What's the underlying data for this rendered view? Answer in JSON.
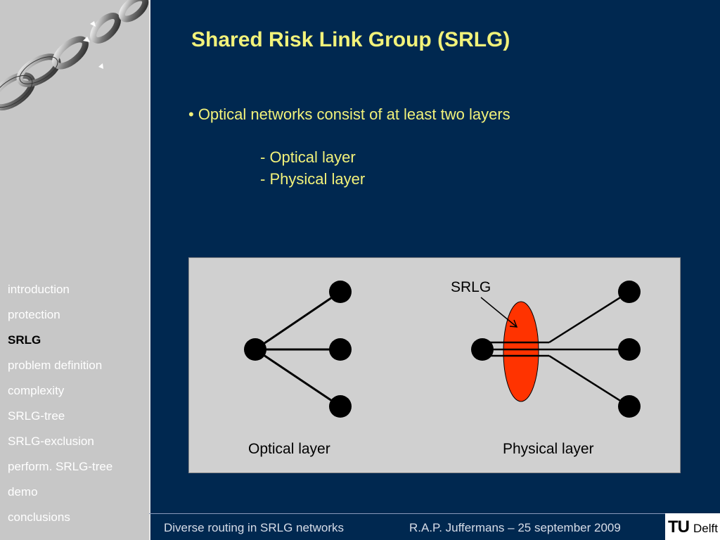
{
  "slide": {
    "title": "Shared Risk Link Group (SRLG)",
    "bullet": "• Optical networks consist of at least two layers",
    "sub_items": [
      "- Optical layer",
      "- Physical layer"
    ]
  },
  "sidebar": {
    "nav": [
      {
        "label": "introduction",
        "active": false
      },
      {
        "label": "protection",
        "active": false
      },
      {
        "label": "SRLG",
        "active": true
      },
      {
        "label": "problem definition",
        "active": false
      },
      {
        "label": "complexity",
        "active": false
      },
      {
        "label": "SRLG-tree",
        "active": false
      },
      {
        "label": "SRLG-exclusion",
        "active": false
      },
      {
        "label": "perform. SRLG-tree",
        "active": false
      },
      {
        "label": "demo",
        "active": false
      },
      {
        "label": "conclusions",
        "active": false
      }
    ]
  },
  "figure": {
    "srlg_label": "SRLG",
    "optical_label": "Optical layer",
    "physical_label": "Physical layer"
  },
  "footer": {
    "left": "Diverse routing in SRLG networks",
    "right": "R.A.P. Juffermans – 25 september 2009"
  },
  "logo": {
    "tu": "TU",
    "delft": "Delft"
  },
  "colors": {
    "background": "#002850",
    "title": "#f2f27a",
    "sidebar": "#c7c7c7",
    "srlg_ellipse": "#ff3300"
  }
}
